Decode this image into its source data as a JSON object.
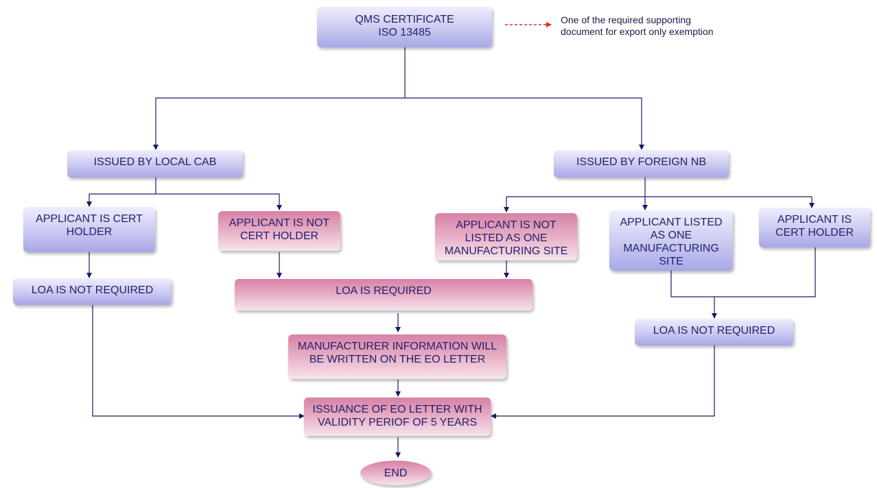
{
  "nodes": {
    "qms": "QMS CERTIFICATE\nISO 13485",
    "local_cab": "ISSUED BY LOCAL CAB",
    "foreign_nb": "ISSUED BY FOREIGN NB",
    "local_cert_holder": "APPLICANT IS  CERT\nHOLDER",
    "local_not_cert_holder": "APPLICANT IS NOT\nCERT HOLDER",
    "foreign_not_listed": "APPLICANT IS NOT\nLISTED AS ONE\nMANUFACTURING SITE",
    "foreign_listed": "APPLICANT LISTED\nAS ONE\nMANUFACTURING\nSITE",
    "foreign_cert_holder": "APPLICANT IS\nCERT HOLDER",
    "loa_not_required_left": "LOA IS NOT REQUIRED",
    "loa_required": "LOA IS REQUIRED",
    "loa_not_required_right": "LOA IS NOT REQUIRED",
    "manufacturer_info": "MANUFACTURER INFORMATION WILL\nBE WRITTEN ON THE EO LETTER",
    "issuance": "ISSUANCE OF EO LETTER WITH\nVALIDITY PERIOF OF 5 YEARS",
    "end": "END"
  },
  "legend": {
    "text": "One of the required supporting\ndocument for export only exemption",
    "line_color": "#e8262b"
  },
  "colors": {
    "connector": "#1a1a66",
    "blue_node": "#c9c9f1",
    "pink_node": "#e6aac3"
  }
}
